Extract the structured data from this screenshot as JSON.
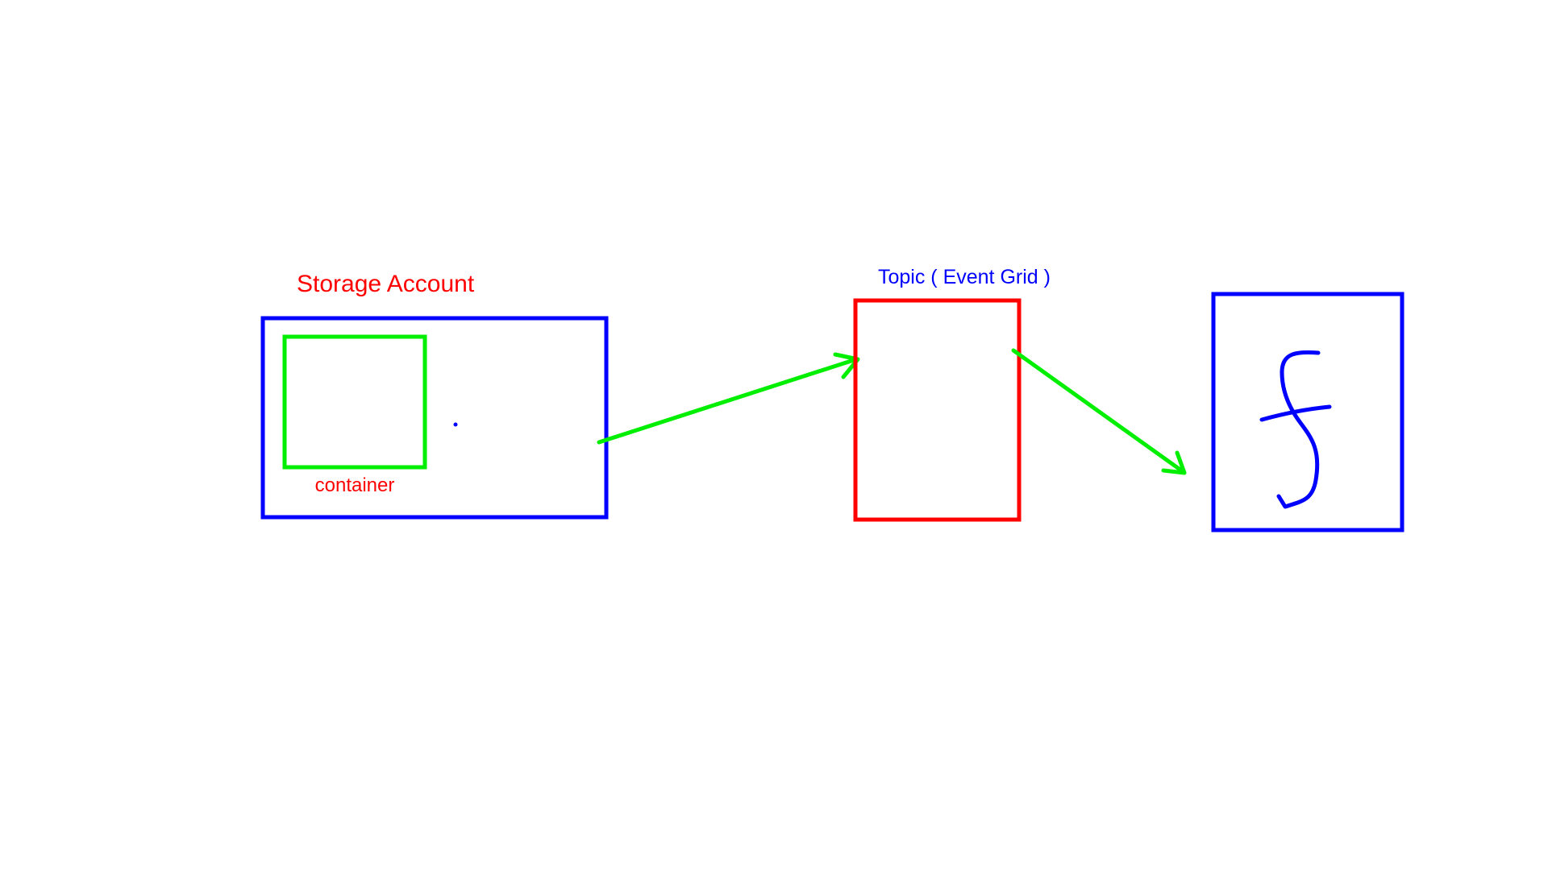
{
  "diagram": {
    "storage_account": {
      "label": "Storage Account",
      "label_color": "#ff0000",
      "border_color": "#0000ff",
      "container": {
        "label": "container",
        "label_color": "#ff0000",
        "border_color": "#00ee00"
      }
    },
    "topic": {
      "label": "Topic ( Event Grid )",
      "label_color": "#0000ff",
      "border_color": "#ff0000"
    },
    "function": {
      "icon": "function-f-icon",
      "border_color": "#0000ff",
      "icon_color": "#0000ff"
    },
    "arrows": [
      {
        "from": "storage_account",
        "to": "topic",
        "color": "#00ee00"
      },
      {
        "from": "topic",
        "to": "function",
        "color": "#00ee00"
      }
    ]
  }
}
